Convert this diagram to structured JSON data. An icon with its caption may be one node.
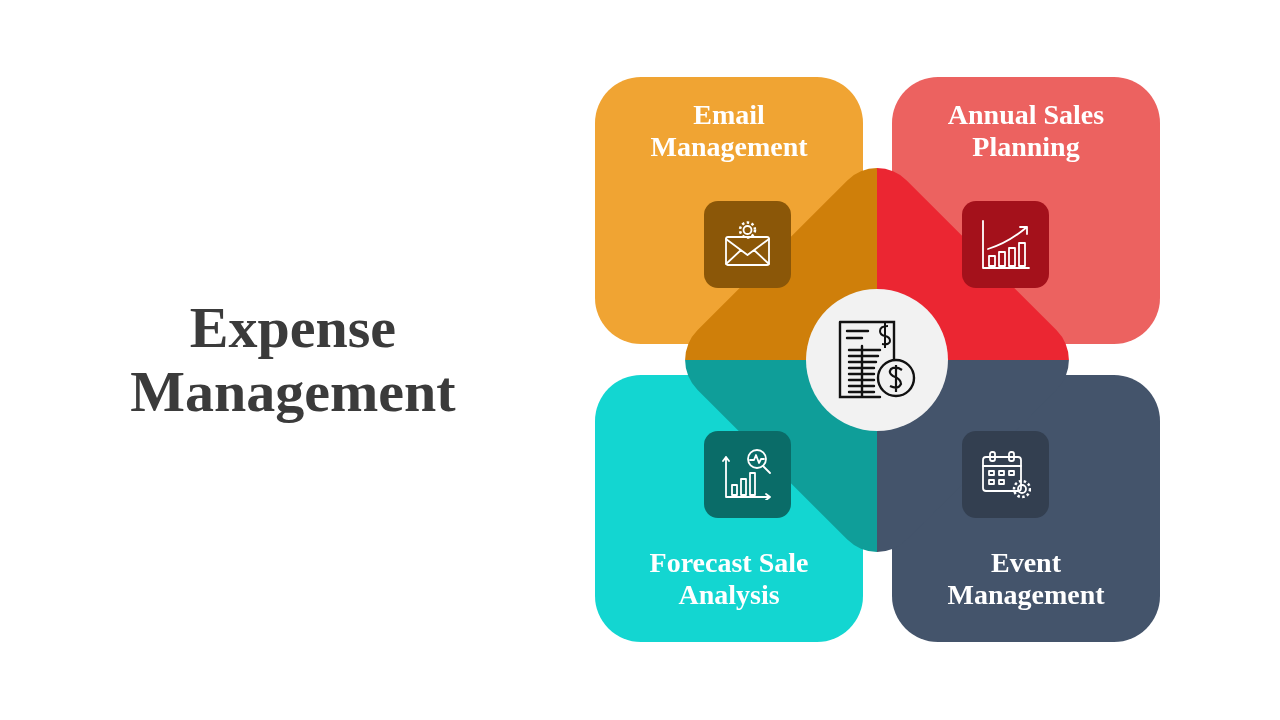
{
  "diagram": {
    "title": "Expense Management",
    "nodes": [
      {
        "text": [
          "Email Management"
        ]
      },
      {
        "text": [
          "Annual Sales Planning"
        ]
      },
      {
        "text": [
          "Forecast Sale Analysis"
        ]
      },
      {
        "text": [
          "Event Management"
        ]
      }
    ]
  }
}
